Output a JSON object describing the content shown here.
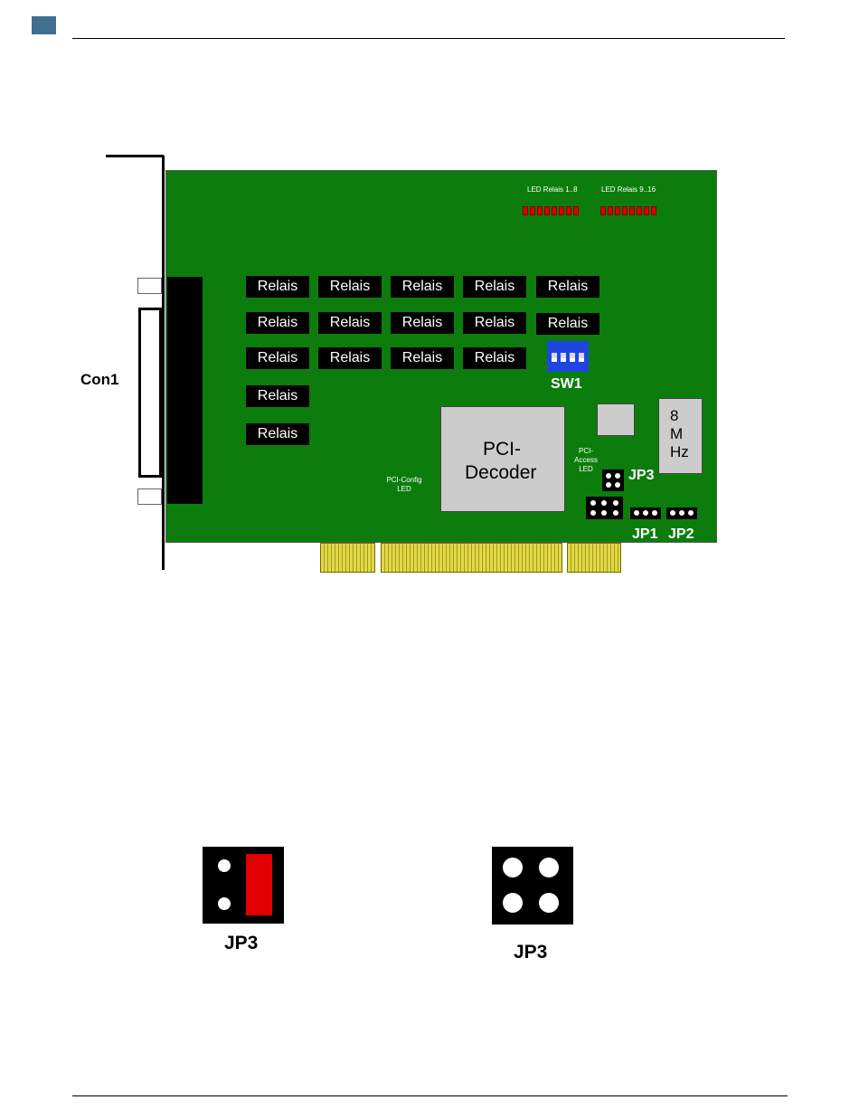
{
  "connector": {
    "label": "Con1"
  },
  "board": {
    "relays": [
      "Relais",
      "Relais",
      "Relais",
      "Relais",
      "Relais",
      "Relais",
      "Relais",
      "Relais",
      "Relais",
      "Relais",
      "Relais",
      "Relais",
      "Relais",
      "Relais",
      "Relais",
      "Relais"
    ],
    "led_relais_1_8": "LED Relais 1..8",
    "led_relais_9_16": "LED Relais 9..16",
    "sw1": "SW1",
    "pci_decoder": [
      "PCI-",
      "Decoder"
    ],
    "pci_config_led": [
      "PCI-Config",
      "LED"
    ],
    "pci_access_led": [
      "PCI-",
      "Access",
      "LED"
    ],
    "oscillator": [
      "8",
      "M",
      "Hz"
    ],
    "jp3": "JP3",
    "jp1": "JP1",
    "jp2": "JP2"
  },
  "jumper_examples": [
    {
      "label": "JP3",
      "state": "closed"
    },
    {
      "label": "JP3",
      "state": "open"
    }
  ],
  "colors": {
    "header_accent": "#3e6f8f",
    "pcb": "#0c7d0c",
    "led": "#e00000",
    "switch": "#1f45e0",
    "jumper_cap": "#e00000",
    "gold_fingers": "#e2d94a"
  }
}
